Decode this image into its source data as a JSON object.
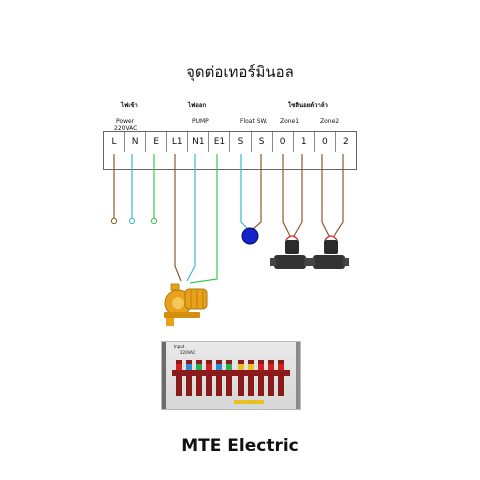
{
  "title": "จุดต่อเทอร์มินอล",
  "groups": {
    "input": "ไฟเข้า",
    "output": "ไฟออก",
    "solenoid": "โซลินอยด์วาล์ว"
  },
  "sublabels": {
    "power_line1": "Power",
    "power_line2": "220VAC",
    "pump": "PUMP",
    "float": "Float SW.",
    "zone1": "Zone1",
    "zone2": "Zone2"
  },
  "terminals": [
    "L",
    "N",
    "E",
    "L1",
    "N1",
    "E1",
    "S",
    "S",
    "0",
    "1",
    "0",
    "2"
  ],
  "photo_labels": {
    "input": "Input",
    "voltage": "220VAC"
  },
  "colors": {
    "brown": "#8B5A2B",
    "cyan": "#3EB6D0",
    "green": "#3CC84A",
    "pump": "#E8A21A",
    "float": "#1424C8",
    "valve": "#2b2b2b"
  },
  "brand": "MTE Electric"
}
